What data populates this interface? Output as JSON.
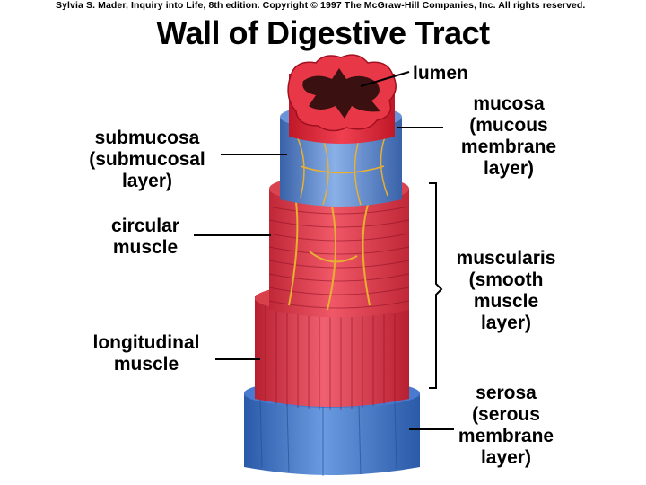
{
  "copyright": "Sylvia S. Mader, Inquiry into Life, 8th edition. Copyright © 1997 The McGraw-Hill Companies, Inc. All rights reserved.",
  "title": "Wall of Digestive Tract",
  "labels": {
    "lumen": "lumen",
    "mucosa": [
      "mucosa",
      "(mucous",
      "membrane",
      "layer)"
    ],
    "submucosa": [
      "submucosa",
      "(submucosal",
      "layer)"
    ],
    "circular_muscle": [
      "circular",
      "muscle"
    ],
    "muscularis": [
      "muscularis",
      "(smooth",
      "muscle",
      "layer)"
    ],
    "longitudinal_muscle": [
      "longitudinal",
      "muscle"
    ],
    "serosa": [
      "serosa",
      "(serous",
      "membrane",
      "layer)"
    ]
  },
  "colors": {
    "mucosa": "#e0303a",
    "submucosa": "#5a86c8",
    "muscle": "#e0404a",
    "nerve": "#e8b030",
    "serosa": "#3a70c8"
  }
}
